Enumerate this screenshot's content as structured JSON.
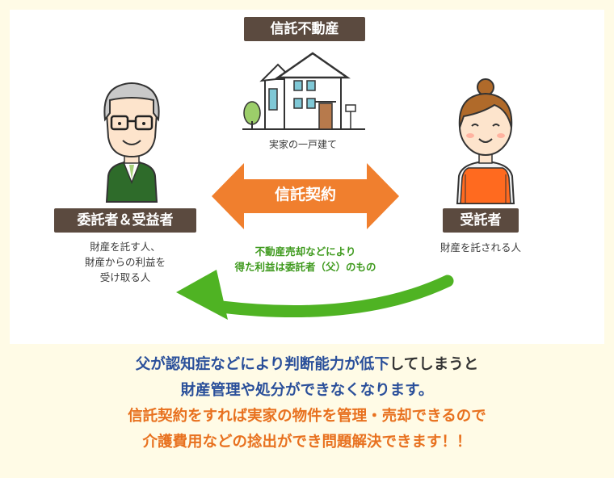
{
  "property": {
    "tag": "信託不動産",
    "caption": "実家の一戸建て"
  },
  "contract": {
    "label": "信託契約",
    "arrow_color": "#f07f2e"
  },
  "settlor": {
    "tag": "委託者＆受益者",
    "desc_lines": [
      "財産を託す人、",
      "財産からの利益を",
      "受け取る人"
    ]
  },
  "trustee": {
    "tag": "受託者",
    "desc": "財産を託される人"
  },
  "flow_note": {
    "lines": [
      "不動産売却などにより",
      "得た利益は委託者（父）のもの"
    ],
    "arrow_color": "#4fb323"
  },
  "summary": {
    "line1_blue": "父が認知症などにより判断能力が低下",
    "line1_plain": "してしまうと",
    "line2": "財産管理や処分ができなくなります。",
    "line3": "信託契約をすれば実家の物件を管理・売却できるので",
    "line4": "介護費用などの捻出ができ問題解決できます！！"
  },
  "colors": {
    "tag_bg": "#5b4a3f",
    "background": "#fffbe6",
    "summary_blue": "#2a4f9a",
    "summary_orange": "#e8711f"
  }
}
